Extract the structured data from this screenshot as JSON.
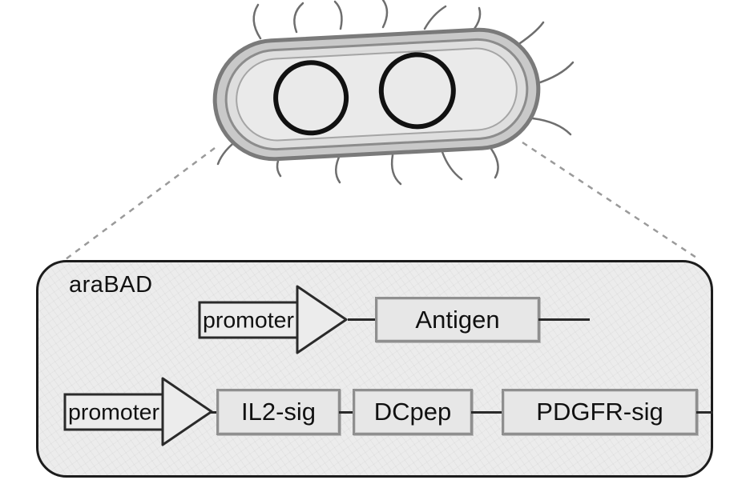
{
  "construct": {
    "label": "araBAD",
    "rows": [
      {
        "promoter_label": "promoter",
        "genes": [
          "Antigen"
        ]
      },
      {
        "promoter_label": "promoter",
        "genes": [
          "IL2-sig",
          "DCpep",
          "PDGFR-sig"
        ]
      }
    ]
  },
  "bacterium": {
    "plasmid_count": 2
  },
  "colors": {
    "box_fill": "#ececec",
    "box_border": "#1c1c1c",
    "gene_border": "#8f8f8f",
    "line": "#2a2a2a",
    "membrane": "#c9c9c9"
  }
}
